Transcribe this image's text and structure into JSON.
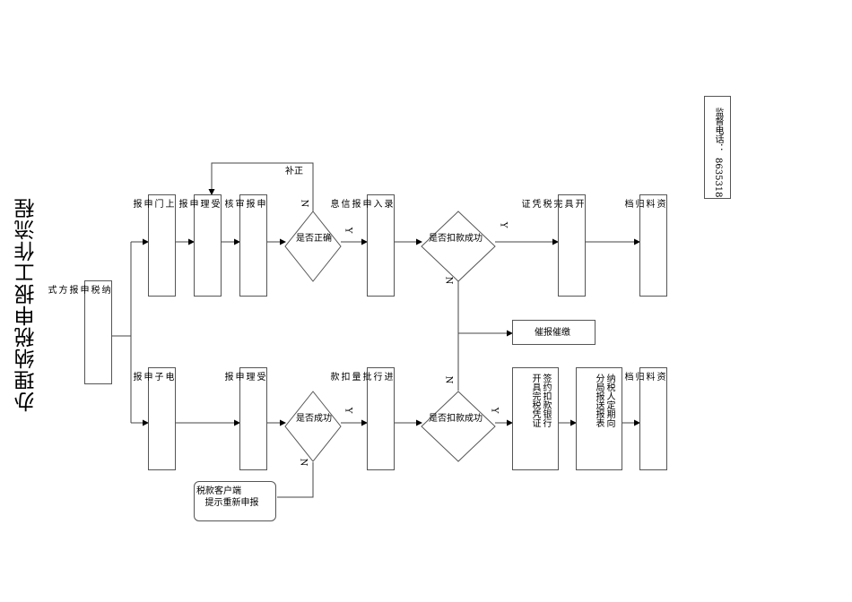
{
  "page_title": "办理纳税申报工作流程",
  "hotline": {
    "label": "监督电话：",
    "number": "8635318"
  },
  "boxes": {
    "method": "纳\n税\n申\n报\n方\n式",
    "door_filing": "上\n门\n申\n报",
    "accept_top": "受\n理\n申\n报",
    "review": "申\n报\n审\n核",
    "enter_info": "录\n入\n申\n报\n信\n息",
    "issue_voucher_top": "开\n具\n完\n税\n凭\n证",
    "archive_top": "资\n料\n归\n档",
    "urge": "催报催缴",
    "e_filing": "电\n子\n申\n报",
    "accept_bottom": "受\n理\n申\n报",
    "batch_deduct": "进\n行\n批\n量\n扣\n款",
    "sign_bank": "签约扣款银行\n开具完税凭证",
    "report_table": "纳税人定期向\n分局报送报表",
    "archive_bottom": "资\n料\n归\n档",
    "client_prompt": "税款客户端\n   提示重新申报"
  },
  "diamonds": {
    "correct": "是否正确",
    "deduct_top": "是否扣款成功",
    "success": "是否成功",
    "deduct_bottom": "是否扣款成功"
  },
  "labels": {
    "supplement": "补正",
    "y": "Y",
    "n": "N"
  }
}
